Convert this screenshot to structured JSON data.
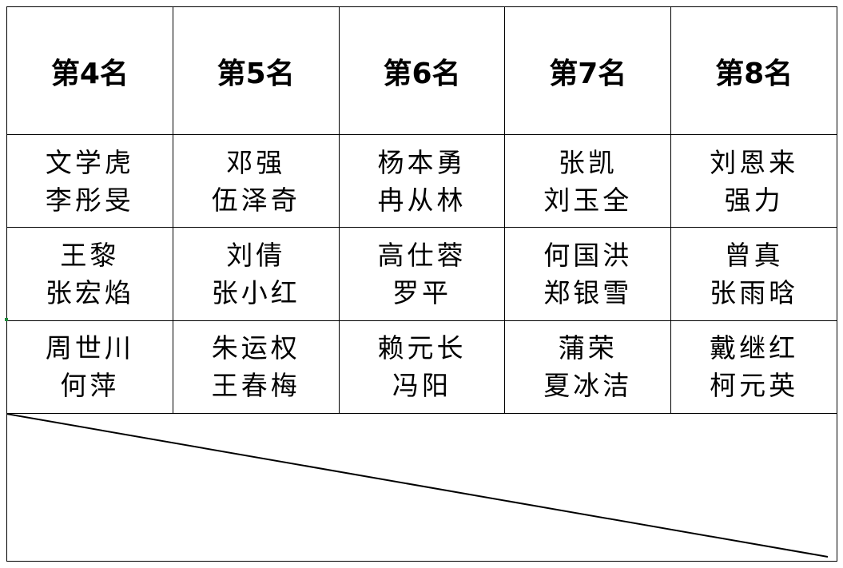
{
  "headers": [
    "第4名",
    "第5名",
    "第6名",
    "第7名",
    "第8名"
  ],
  "rows": [
    [
      [
        "文学虎",
        "李彤旻"
      ],
      [
        "邓强",
        "伍泽奇"
      ],
      [
        "杨本勇",
        "冉从林"
      ],
      [
        "张凯",
        "刘玉全"
      ],
      [
        "刘恩来",
        "强力"
      ]
    ],
    [
      [
        "王黎",
        "张宏焰"
      ],
      [
        "刘倩",
        "张小红"
      ],
      [
        "高仕蓉",
        "罗平"
      ],
      [
        "何国洪",
        "郑银雪"
      ],
      [
        "曾真",
        "张雨晗"
      ]
    ],
    [
      [
        "周世川",
        "何萍"
      ],
      [
        "朱运权",
        "王春梅"
      ],
      [
        "赖元长",
        "冯阳"
      ],
      [
        "蒲荣",
        "夏冰洁"
      ],
      [
        "戴继红",
        "柯元英"
      ]
    ]
  ]
}
